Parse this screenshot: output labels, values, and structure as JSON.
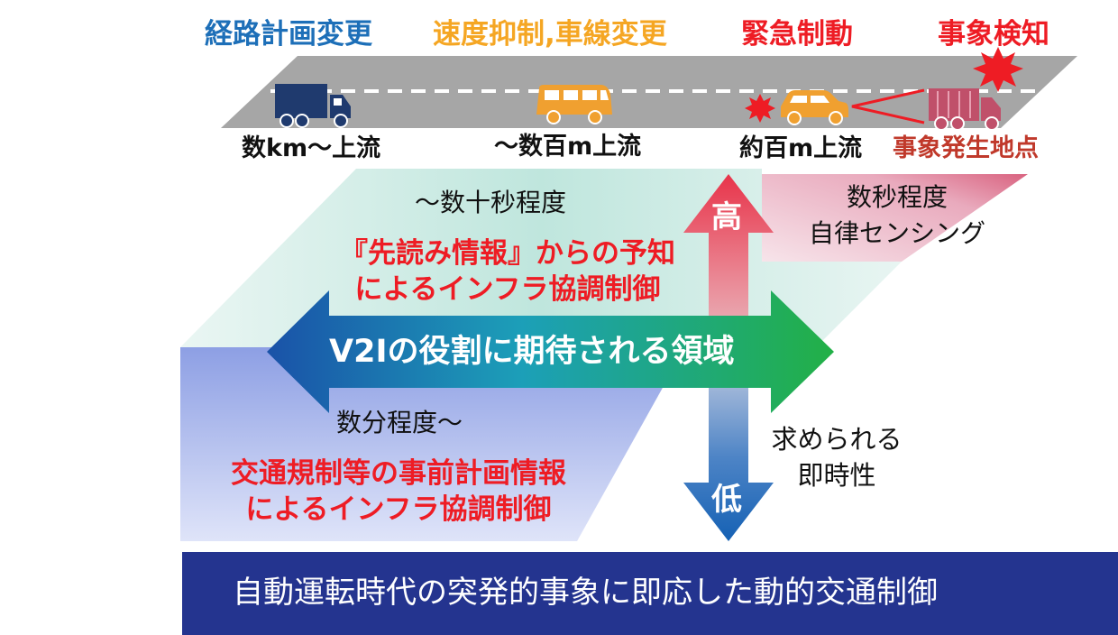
{
  "headers": {
    "route_change": "経路計画変更",
    "speed_lane": "速度抑制,車線変更",
    "emergency_brake": "緊急制動",
    "event_detect": "事象検知"
  },
  "positions": {
    "km_upstream": "数km～上流",
    "hundreds_m_upstream": "～数百m上流",
    "hundred_m_upstream": "約百m上流",
    "event_point": "事象発生地点"
  },
  "zones": {
    "tens_of_seconds": "～数十秒程度",
    "lookahead_line1": "『先読み情報』からの予知",
    "lookahead_line2": "によるインフラ協調制御",
    "seconds": "数秒程度",
    "autonomous_sensing": "自律センシング",
    "minutes": "数分程度～",
    "regulation_line1": "交通規制等の事前計画情報",
    "regulation_line2": "によるインフラ協調制御"
  },
  "arrows": {
    "v2i_label": "V2Iの役割に期待される領域",
    "high": "高",
    "low": "低",
    "immediacy_line1": "求められる",
    "immediacy_line2": "即時性"
  },
  "banner": {
    "text": "自動運転時代の突発的事象に即応した動的交通制御"
  },
  "colors": {
    "blue_header": "#1d6fb8",
    "orange_header": "#f5a623",
    "red_header": "#ee1c24",
    "road": "#a6a6a6",
    "truck_navy": "#1f3a6e",
    "van_orange": "#f0a030",
    "car_orange": "#f0a030",
    "truck_pink": "#c0506a",
    "banner": "#24348f"
  },
  "icons": [
    "truck-icon",
    "van-icon",
    "car-icon",
    "accident-truck-icon",
    "burst-icon"
  ]
}
